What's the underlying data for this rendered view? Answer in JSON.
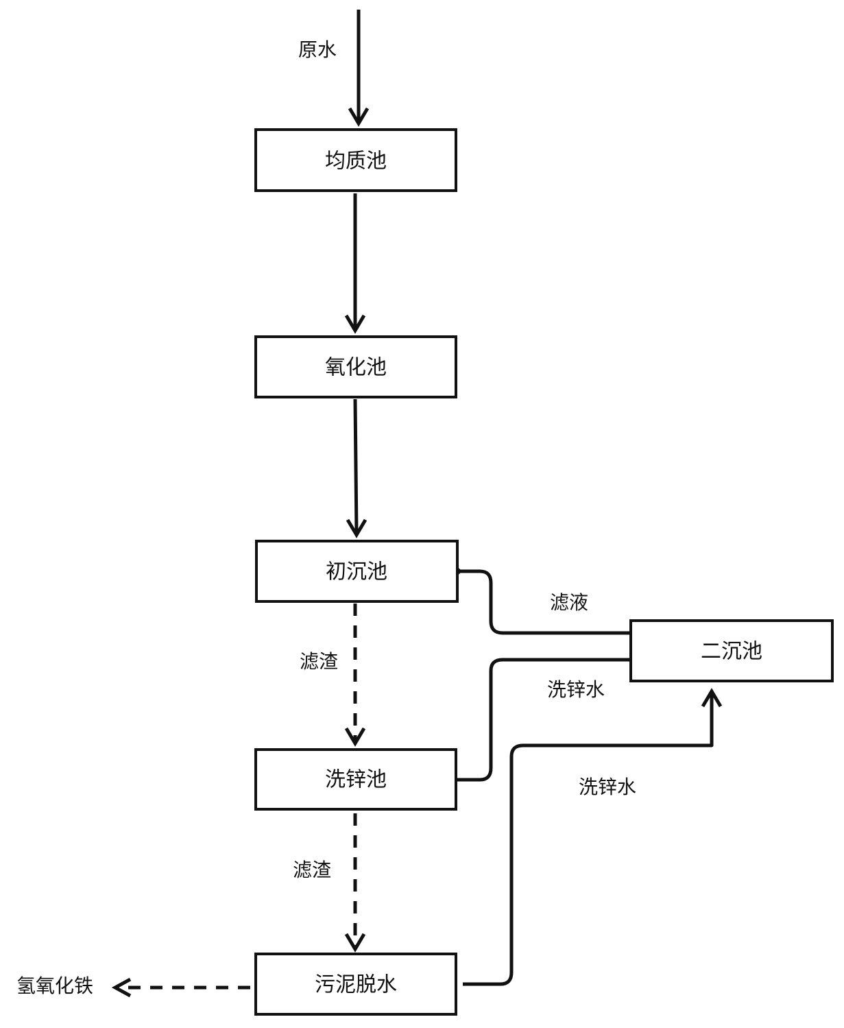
{
  "raw_water_label": "原水",
  "nodes": {
    "homogenization": "均质池",
    "oxidation": "氧化池",
    "primary_settling": "初沉池",
    "secondary_settling": "二沉池",
    "zinc_washing": "洗锌池",
    "sludge_dewatering": "污泥脱水"
  },
  "edge_labels": {
    "filtrate": "滤液",
    "residue_1": "滤渣",
    "residue_2": "滤渣",
    "zinc_wash_water_1": "洗锌水",
    "zinc_wash_water_2": "洗锌水"
  },
  "product_label": "氢氧化铁"
}
